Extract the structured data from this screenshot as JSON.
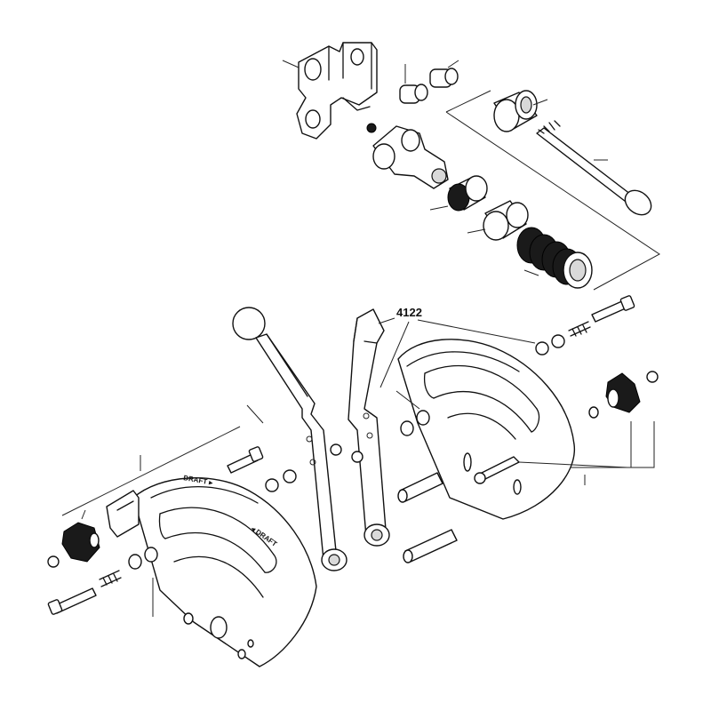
{
  "diagram": {
    "part_number_label": "4122",
    "plate_inscriptions": {
      "front_upper": "DRAFT ▸",
      "front_lower": "◂ DRAFT"
    }
  }
}
